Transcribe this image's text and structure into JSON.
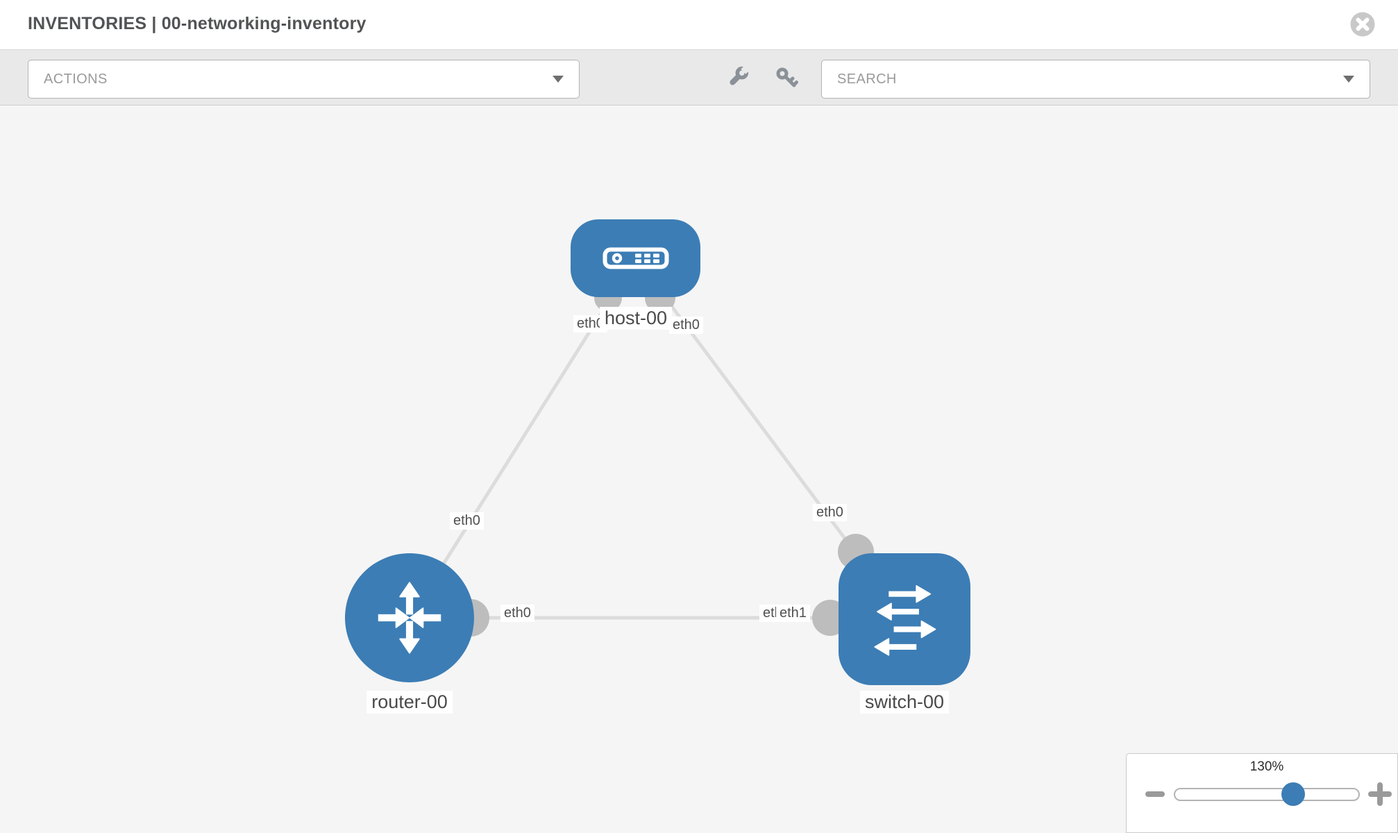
{
  "header": {
    "title": "INVENTORIES | 00-networking-inventory"
  },
  "toolbar": {
    "actions_label": "ACTIONS",
    "search_placeholder": "SEARCH",
    "icons": [
      "wrench-icon",
      "key-icon",
      "chevron-down-icon"
    ]
  },
  "topology": {
    "nodes": [
      {
        "label": "host-00",
        "type": "host",
        "icon": "server-icon"
      },
      {
        "label": "router-00",
        "type": "router",
        "icon": "router-arrows-icon"
      },
      {
        "label": "switch-00",
        "type": "switch",
        "icon": "switch-arrows-icon"
      }
    ],
    "links": [
      {
        "from": "host-00",
        "from_iface": "eth0",
        "to": "router-00",
        "to_iface": "eth0"
      },
      {
        "from": "host-00",
        "from_iface": "eth0",
        "to": "switch-00",
        "to_iface": "eth0"
      },
      {
        "from": "router-00",
        "from_iface": "eth0",
        "to": "switch-00",
        "to_iface": "eth1",
        "to_iface_under": "eth0"
      }
    ]
  },
  "zoom_control": {
    "value": "130%"
  },
  "colors": {
    "node_blue": "#3c7db5",
    "link_gray": "#dcdcdc",
    "connector_gray": "#bdbdbd",
    "canvas_bg": "#f5f5f5",
    "toolbar_bg": "#e9e9e9",
    "close_gray": "#c8c8c8"
  }
}
